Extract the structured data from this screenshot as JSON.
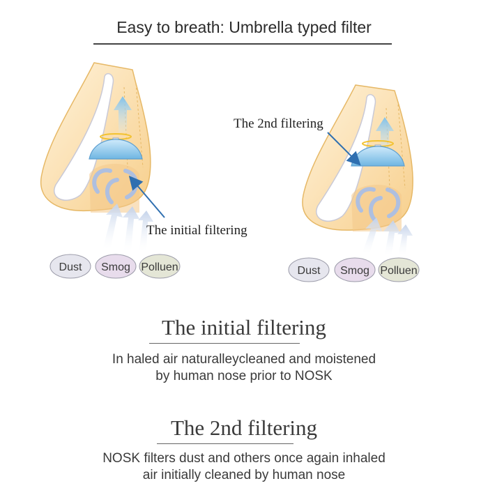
{
  "header": {
    "title": "Easy to breath: Umbrella typed filter"
  },
  "left_panel": {
    "callout": "The initial filtering",
    "particles": [
      "Dust",
      "Smog",
      "Polluen"
    ]
  },
  "right_panel": {
    "callout": "The 2nd filtering",
    "particles": [
      "Dust",
      "Smog",
      "Polluen"
    ]
  },
  "sections": [
    {
      "heading": "The initial filtering",
      "lines": [
        "In haled air naturalleycleaned and moistened",
        "by human nose prior to NOSK"
      ]
    },
    {
      "heading": "The 2nd filtering",
      "lines": [
        "NOSK filters dust and others once again inhaled",
        "air initially cleaned by human nose"
      ]
    }
  ],
  "colors": {
    "nose_fill": "#fbe3b8",
    "nose_stroke": "#e6b866",
    "filter_blue": "#8ec8ea",
    "arrow_blue": "#2f6fb0",
    "dust_fill": "#e6e6ee",
    "smog_fill": "#e8dcec",
    "polluen_fill": "#e4e6d6"
  }
}
